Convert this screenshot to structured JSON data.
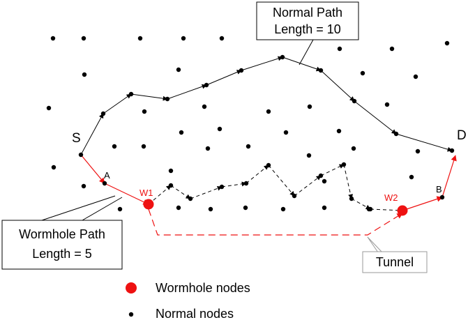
{
  "labels": {
    "source": "S",
    "destination": "D",
    "node_a": "A",
    "node_b": "B",
    "wormhole_1": "W1",
    "wormhole_2": "W2"
  },
  "normal_path_box": {
    "line1": "Normal Path",
    "line2": "Length = 10"
  },
  "wormhole_path_box": {
    "line1": "Wormhole Path",
    "line2": "Length = 5"
  },
  "tunnel_label": "Tunnel",
  "legend": {
    "wormhole_nodes": "Wormhole nodes",
    "normal_nodes": "Normal nodes"
  },
  "colors": {
    "normal": "#000000",
    "wormhole": "#ee1111",
    "tunnel_callout": "#999999"
  }
}
